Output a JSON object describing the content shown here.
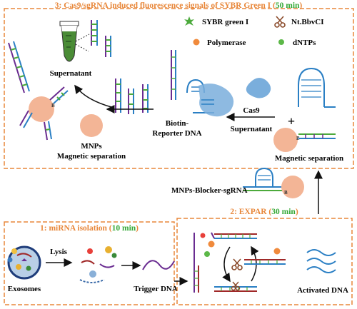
{
  "panels": {
    "cas9": {
      "title_prefix": "3: Cas9/sgRNA induced fluorescence signals of SYBR Green I (",
      "title_time": "50 min",
      "title_suffix": ")"
    },
    "isolation": {
      "title_prefix": "1: miRNA isolation (",
      "title_time": "10 min",
      "title_suffix": ")"
    },
    "expar": {
      "title_prefix": "2: EXPAR (",
      "title_time": "30 min",
      "title_suffix": ")"
    }
  },
  "legend": {
    "sybr": "SYBR green I",
    "nickase": "Nt.BbvCI",
    "polymerase": "Polymerase",
    "dntps": "dNTPs"
  },
  "labels": {
    "supernatant_top": "Supernatant",
    "supernatant_mid": "Supernatant",
    "cas9": "Cas9",
    "biotin_reporter_1": "Biotin-",
    "biotin_reporter_2": "Reporter DNA",
    "mnps": "MNPs",
    "magnetic_left": "Magnetic separation",
    "magnetic_right": "Magnetic separation",
    "blocker": "MNPs-Blocker-sgRNA",
    "lysis": "Lysis",
    "exosomes": "Exosomes",
    "trigger": "Trigger DNA",
    "activated": "Activated DNA",
    "biotin_letter": "B"
  },
  "colors": {
    "panel_border": "#e8873a",
    "title_orange": "#e8873a",
    "title_green": "#34a836",
    "bead": "#f3b596",
    "dna_purple": "#6a2c91",
    "dna_blue": "#2a7fc4",
    "dna_green": "#4caa3c",
    "tube_green": "#4a8c36",
    "cas9_blue": "#7aaedc",
    "polymerase": "#f08a3c",
    "dntp": "#5cb848"
  }
}
